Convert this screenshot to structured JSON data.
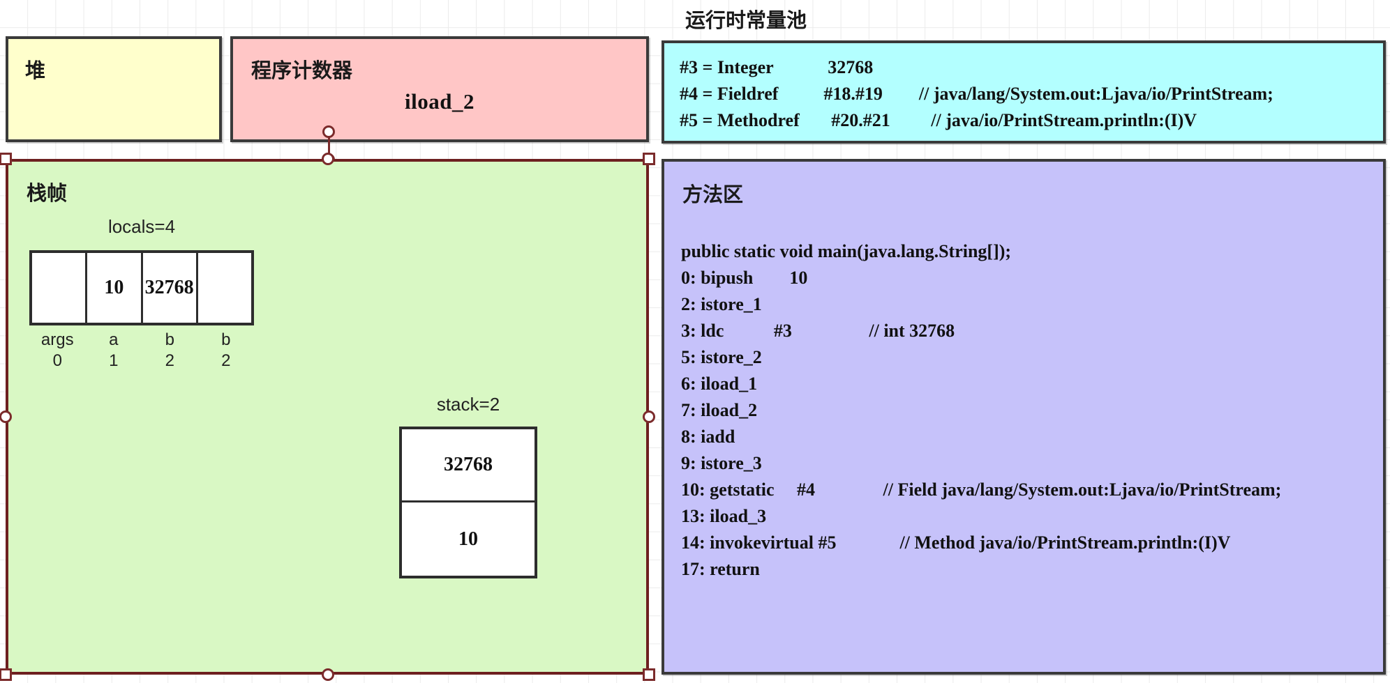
{
  "diagram": {
    "title_runtime_constant_pool": "运行时常量池"
  },
  "heap": {
    "title": "堆"
  },
  "program_counter": {
    "title": "程序计数器",
    "value": "iload_2"
  },
  "stack_frame": {
    "title": "栈帧",
    "locals": {
      "caption": "locals=4",
      "cells": [
        "",
        "10",
        "32768",
        ""
      ],
      "legend": [
        {
          "name": "args",
          "index": "0"
        },
        {
          "name": "a",
          "index": "1"
        },
        {
          "name": "b",
          "index": "2"
        },
        {
          "name": "b",
          "index": "2"
        }
      ]
    },
    "operand_stack": {
      "caption": "stack=2",
      "cells": [
        "32768",
        "10"
      ]
    }
  },
  "runtime_constant_pool": {
    "entries": [
      "#3 = Integer            32768",
      "#4 = Fieldref          #18.#19        // java/lang/System.out:Ljava/io/PrintStream;",
      "#5 = Methodref       #20.#21         // java/io/PrintStream.println:(I)V"
    ],
    "text": "#3 = Integer            32768\n#4 = Fieldref          #18.#19        // java/lang/System.out:Ljava/io/PrintStream;\n#5 = Methodref       #20.#21         // java/io/PrintStream.println:(I)V"
  },
  "method_area": {
    "title": "方法区",
    "signature": "public static void main(java.lang.String[]);",
    "bytecode": [
      "0: bipush        10",
      "2: istore_1",
      "3: ldc           #3                 // int 32768",
      "5: istore_2",
      "6: iload_1",
      "7: iload_2",
      "8: iadd",
      "9: istore_3",
      "10: getstatic     #4               // Field java/lang/System.out:Ljava/io/PrintStream;",
      "13: iload_3",
      "14: invokevirtual #5              // Method java/io/PrintStream.println:(I)V",
      "17: return"
    ],
    "text": "public static void main(java.lang.String[]);\n0: bipush        10\n2: istore_1\n3: ldc           #3                 // int 32768\n5: istore_2\n6: iload_1\n7: iload_2\n8: iadd\n9: istore_3\n10: getstatic     #4               // Field java/lang/System.out:Ljava/io/PrintStream;\n13: iload_3\n14: invokevirtual #5              // Method java/io/PrintStream.println:(I)V\n17: return"
  },
  "colors": {
    "heap_fill": "#ffffcc",
    "pc_fill": "#ffc6c6",
    "stack_frame_fill": "#d9f8c4",
    "constant_pool_fill": "#b3ffff",
    "method_area_fill": "#c6c2fa",
    "shape_border": "#3a3a3a",
    "selection_border": "#6d2020",
    "handle_border": "#7b2b2b",
    "grid_line": "#ebebeb"
  }
}
